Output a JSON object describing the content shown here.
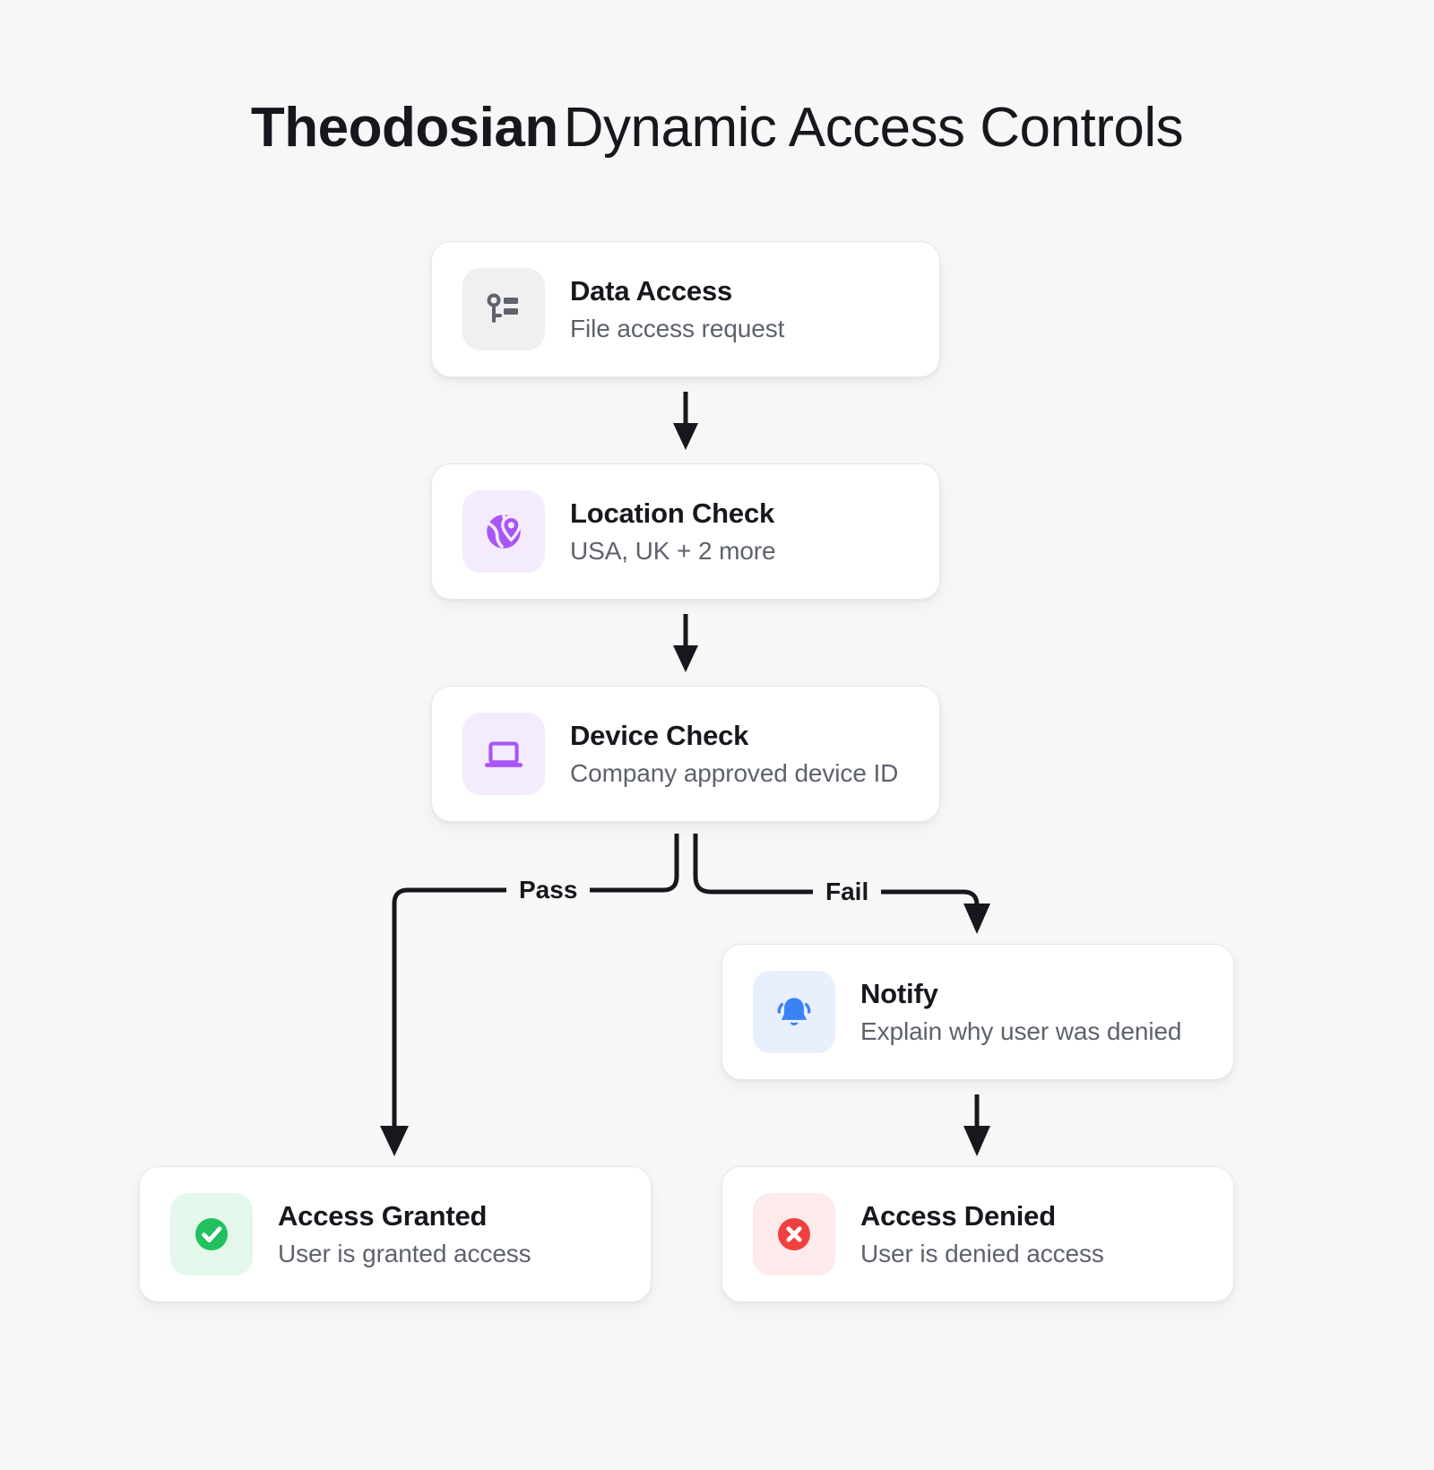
{
  "title": {
    "brand": "Theodosian",
    "rest": "Dynamic Access Controls"
  },
  "nodes": [
    {
      "id": "data-access",
      "title": "Data Access",
      "subtitle": "File access request",
      "icon": "key-list-icon",
      "tile_bg": "#f0f0f1",
      "icon_color": "#5d626c"
    },
    {
      "id": "location-check",
      "title": "Location Check",
      "subtitle": "USA, UK + 2 more",
      "icon": "globe-pin-icon",
      "tile_bg": "#f5ebfe",
      "icon_color": "#a855f7"
    },
    {
      "id": "device-check",
      "title": "Device Check",
      "subtitle": "Company approved device ID",
      "icon": "laptop-icon",
      "tile_bg": "#f5ebfe",
      "icon_color": "#a855f7"
    },
    {
      "id": "notify",
      "title": "Notify",
      "subtitle": "Explain why user was denied",
      "icon": "bell-ring-icon",
      "tile_bg": "#e8effd",
      "icon_color": "#3b82f6"
    },
    {
      "id": "access-granted",
      "title": "Access Granted",
      "subtitle": "User is granted access",
      "icon": "check-circle-icon",
      "tile_bg": "#e3f7ea",
      "icon_color": "#22c05e"
    },
    {
      "id": "access-denied",
      "title": "Access Denied",
      "subtitle": "User is denied access",
      "icon": "x-circle-icon",
      "tile_bg": "#fdeaea",
      "icon_color": "#ef4040"
    }
  ],
  "branches": {
    "pass_label": "Pass",
    "fail_label": "Fail"
  },
  "colors": {
    "page_background": "#f7f7f8",
    "card_background": "#ffffff",
    "card_border": "#e6e7ea",
    "connector": "#16181d",
    "title_text": "#16181d",
    "subtitle_text": "#5d626c",
    "accent_purple": "#a855f7",
    "accent_blue": "#3b82f6",
    "accent_green": "#22c05e",
    "accent_red": "#ef4040"
  }
}
